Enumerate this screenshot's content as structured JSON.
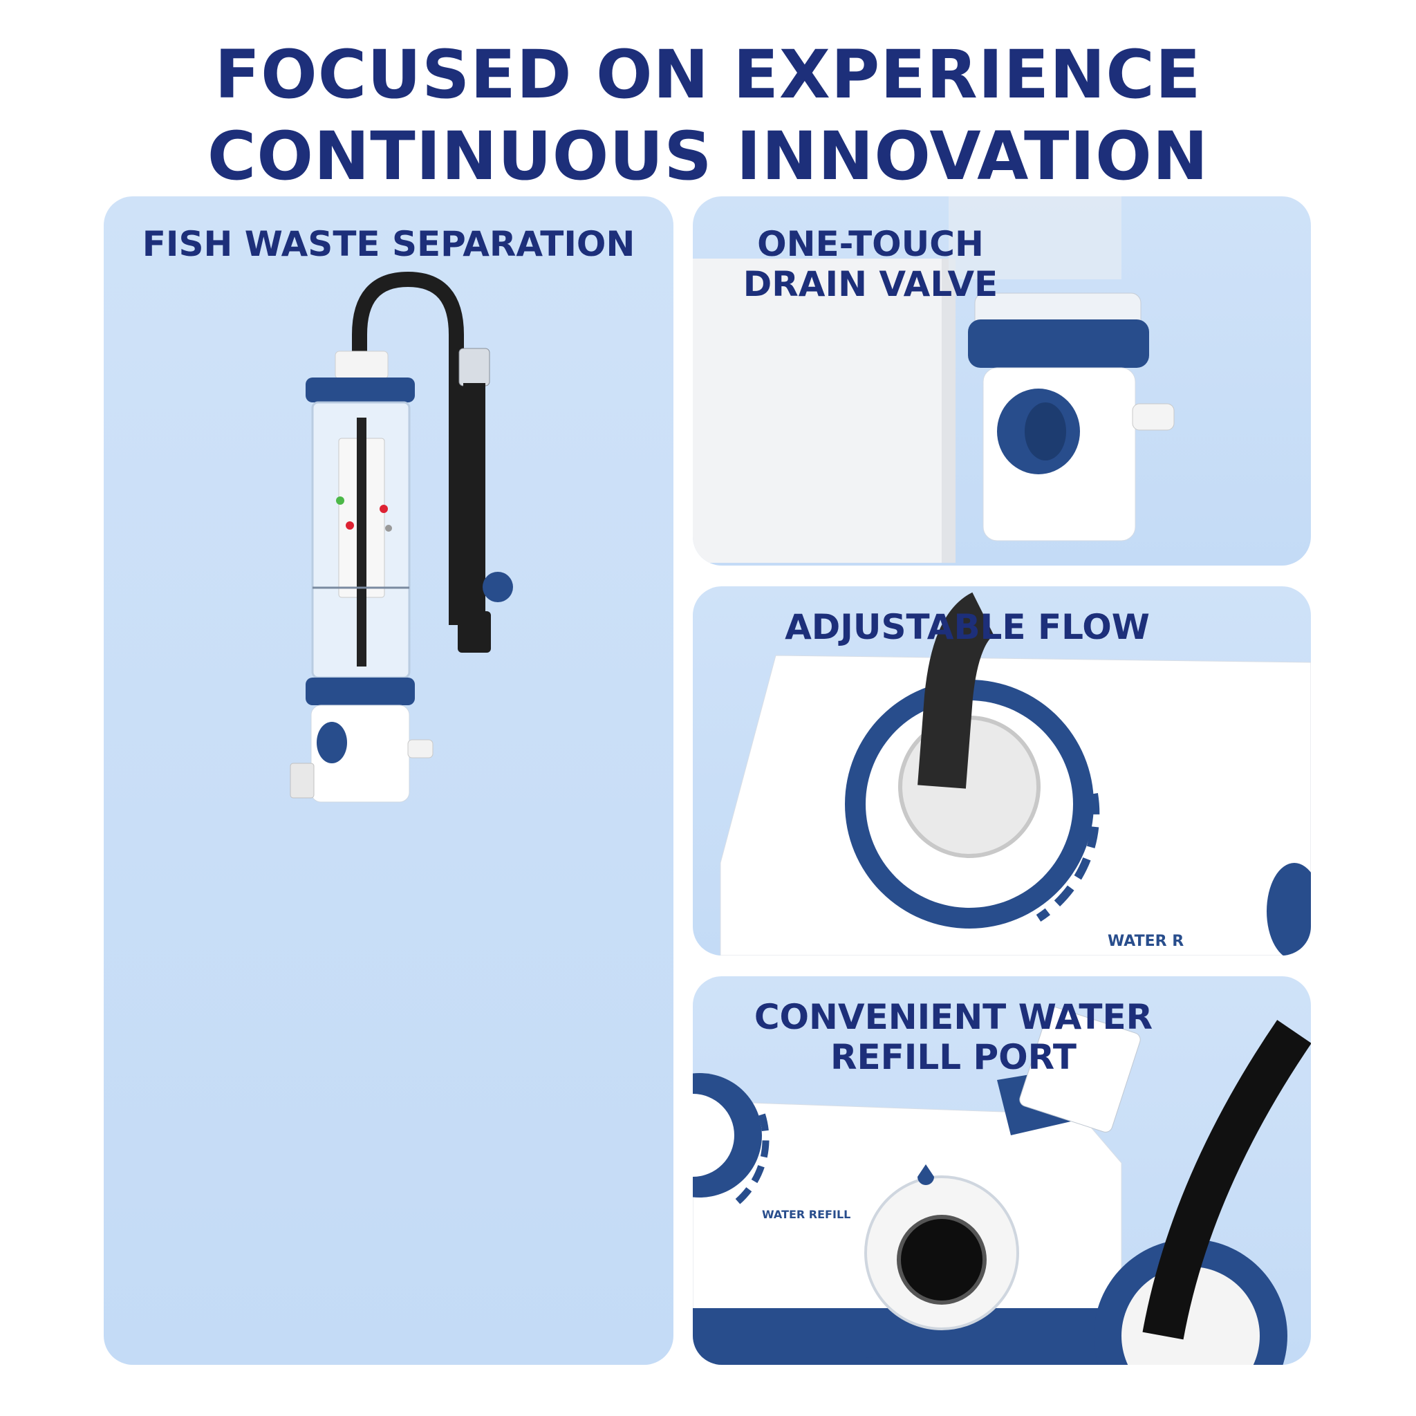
{
  "headline": {
    "line1": "FOCUSED ON EXPERIENCE",
    "line2": "CONTINUOUS INNOVATION"
  },
  "cards": [
    {
      "title": "FISH WASTE SEPARATION"
    },
    {
      "title_line1": "ONE-TOUCH",
      "title_line2": "DRAIN VALVE"
    },
    {
      "title": "ADJUSTABLE FLOW"
    },
    {
      "title_line1": "CONVENIENT WATER",
      "title_line2": "REFILL PORT"
    }
  ],
  "colors": {
    "brand_navy": "#1d2f7a",
    "accent_blue": "#2a5a9b",
    "card_bg": "#c8ddf6"
  },
  "icons": [
    "water-refill-icon",
    "drop-icon"
  ],
  "labels": {
    "water_refill_a": "WATER R",
    "water_refill_b": "WATER REFILL"
  }
}
